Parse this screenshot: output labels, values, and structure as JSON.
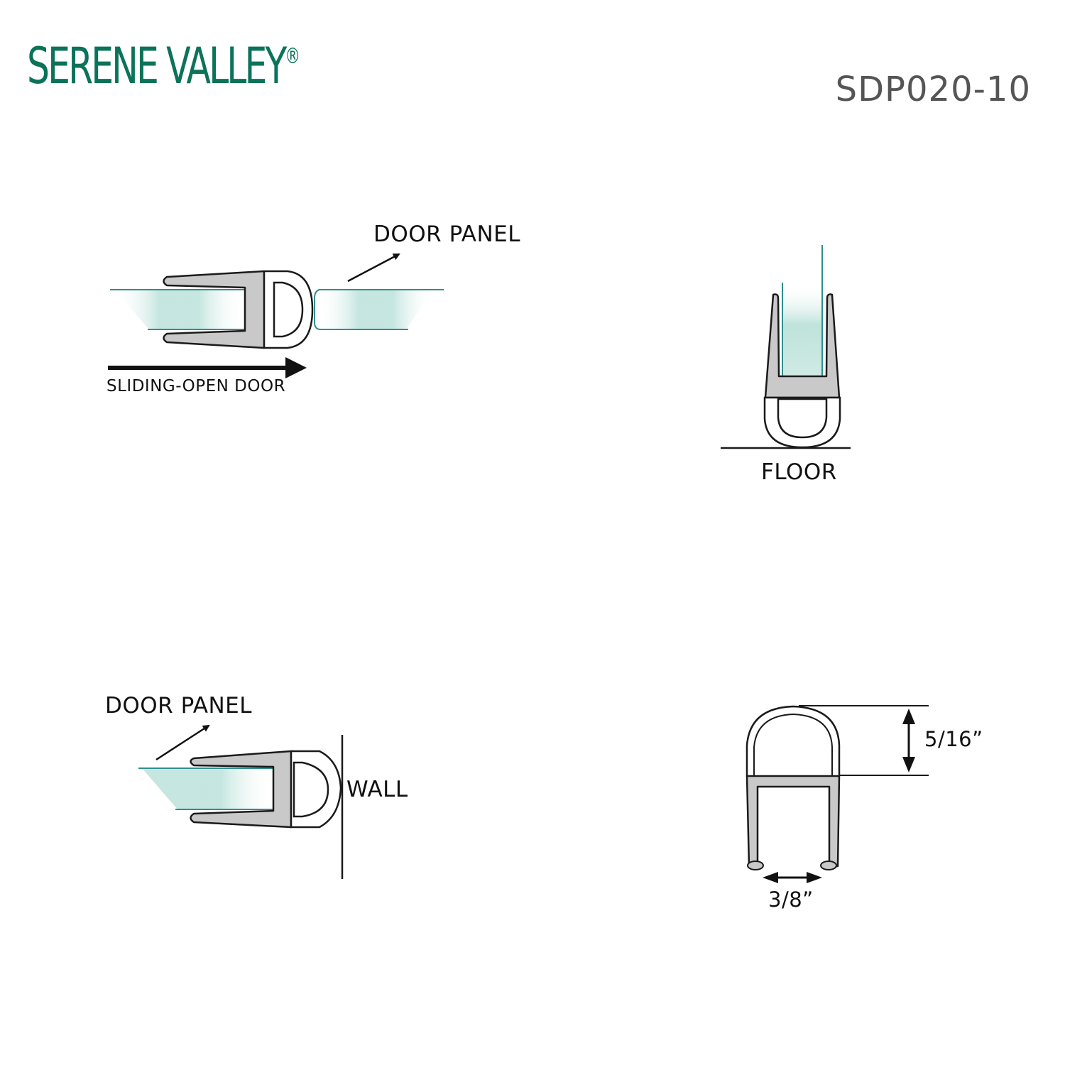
{
  "brand": {
    "name": "SERENE VALLEY",
    "mark": "®",
    "color": "#0b7359"
  },
  "sku": "SDP020-10",
  "labels": {
    "door_panel_top": "DOOR PANEL",
    "sliding_open_door": "SLIDING-OPEN DOOR",
    "floor": "FLOOR",
    "door_panel_bottom": "DOOR PANEL",
    "wall": "WALL",
    "height_dim": "5/16”",
    "width_dim": "3/8”"
  },
  "colors": {
    "seal_gray": "#c9c9c9",
    "outline": "#1a1a1a",
    "glass_edge": "#2e8f8f",
    "glass_tint": "#bfe3dc"
  }
}
